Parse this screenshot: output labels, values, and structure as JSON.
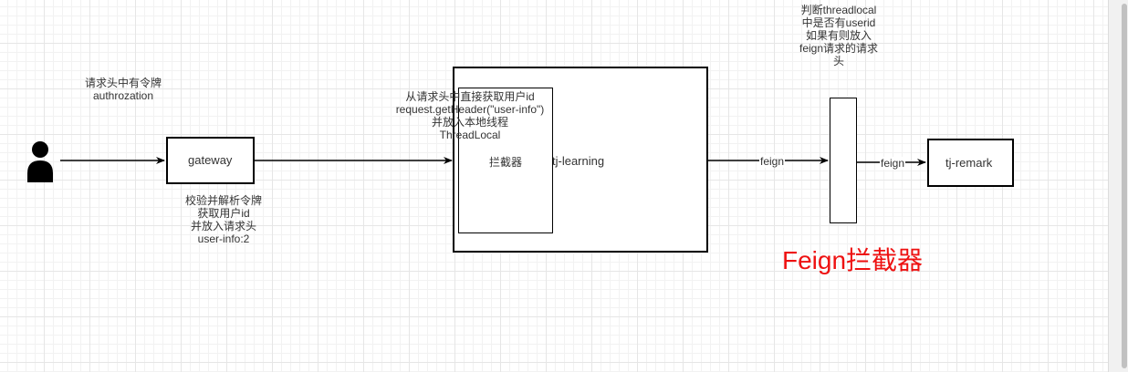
{
  "nodes": {
    "gateway": "gateway",
    "interceptor": "拦截器",
    "learning": "tj-learning",
    "remark": "tj-remark"
  },
  "notes": {
    "request_header": [
      "请求头中有令牌",
      "authrozation"
    ],
    "gateway_note": [
      "校验并解析令牌",
      "获取用户id",
      "并放入请求头",
      "user-info:2"
    ],
    "interceptor_note": [
      "从请求头中直接获取用户id",
      "request.getHeader(\"user-info\")",
      "并放入本地线程",
      "ThreadLocal"
    ],
    "feign_note": [
      "判断threadlocal",
      "中是否有userid",
      "如果有则放入",
      "feign请求的请求",
      "头"
    ]
  },
  "edges": {
    "feign_1": "feign",
    "feign_2": "feign"
  },
  "title": "Feign拦截器",
  "colors": {
    "title": "#ee1111",
    "stroke": "#000000",
    "text": "#333333"
  },
  "icons": {
    "user": "user-icon"
  }
}
